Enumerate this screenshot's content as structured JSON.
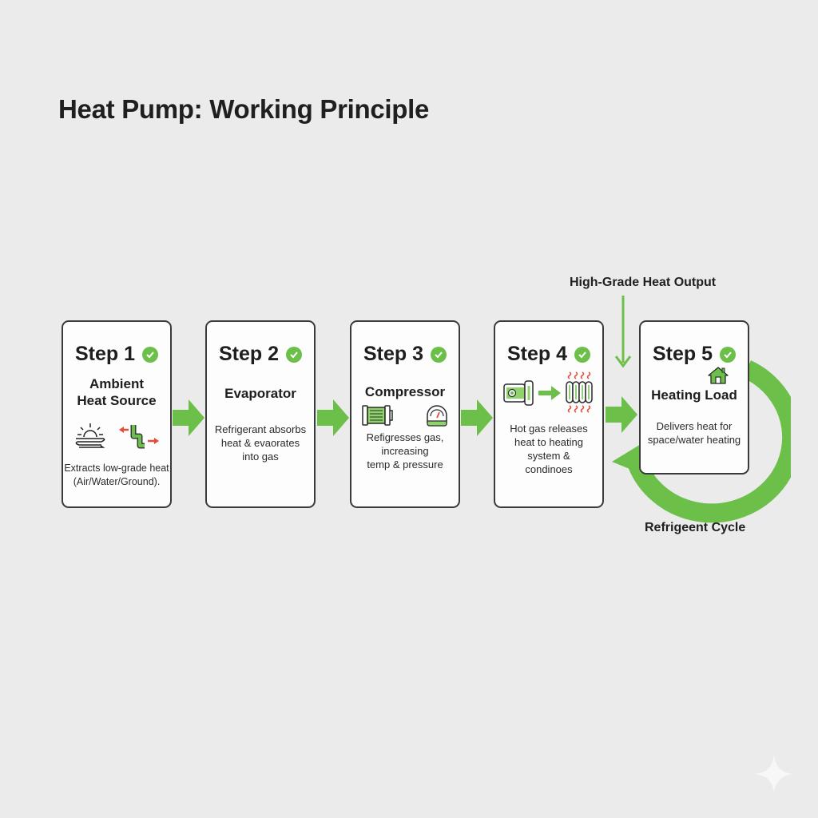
{
  "title": "Heat Pump: Working Principle",
  "colors": {
    "accent_green": "#6cc04a",
    "heat_red": "#e84a3a",
    "card_border": "#3a3a3a",
    "background": "#ebebeb"
  },
  "steps": [
    {
      "label": "Step 1",
      "status_icon": "check-circle-icon",
      "name_line1": "Ambient",
      "name_line2": "Heat Source",
      "icons": [
        "sun-wind-icon",
        "coil-pipe-icon"
      ],
      "desc_line1": "Extracts low-grade heat",
      "desc_line2": "(Air/Water/Ground)."
    },
    {
      "label": "Step 2",
      "status_icon": "check-circle-icon",
      "name_line1": "Evaporator",
      "desc_line1": "Refrigerant absorbs",
      "desc_line2": "heat & evaorates",
      "desc_line3": "into gas"
    },
    {
      "label": "Step 3",
      "status_icon": "check-circle-icon",
      "name_line1": "Compressor",
      "icons": [
        "compressor-icon",
        "pressure-gauge-icon"
      ],
      "desc_line1": "Refigresses gas,",
      "desc_line2": "increasing",
      "desc_line3": "temp & pressure"
    },
    {
      "label": "Step 4",
      "status_icon": "check-circle-icon",
      "icons": [
        "condenser-unit-icon",
        "arrow-right-icon",
        "radiator-icon"
      ],
      "desc_line1": "Hot gas releases",
      "desc_line2": "heat to heating",
      "desc_line3": "system &",
      "desc_line4": "condinoes"
    },
    {
      "label": "Step 5",
      "status_icon": "check-circle-icon",
      "icons": [
        "house-icon"
      ],
      "name_line1": "Heating Load",
      "desc_line1": "Delivers heat for",
      "desc_line2": "space/water heating"
    }
  ],
  "annotations": {
    "output_label": "High-Grade Heat Output",
    "cycle_label": "Refrigeent Cycle"
  }
}
